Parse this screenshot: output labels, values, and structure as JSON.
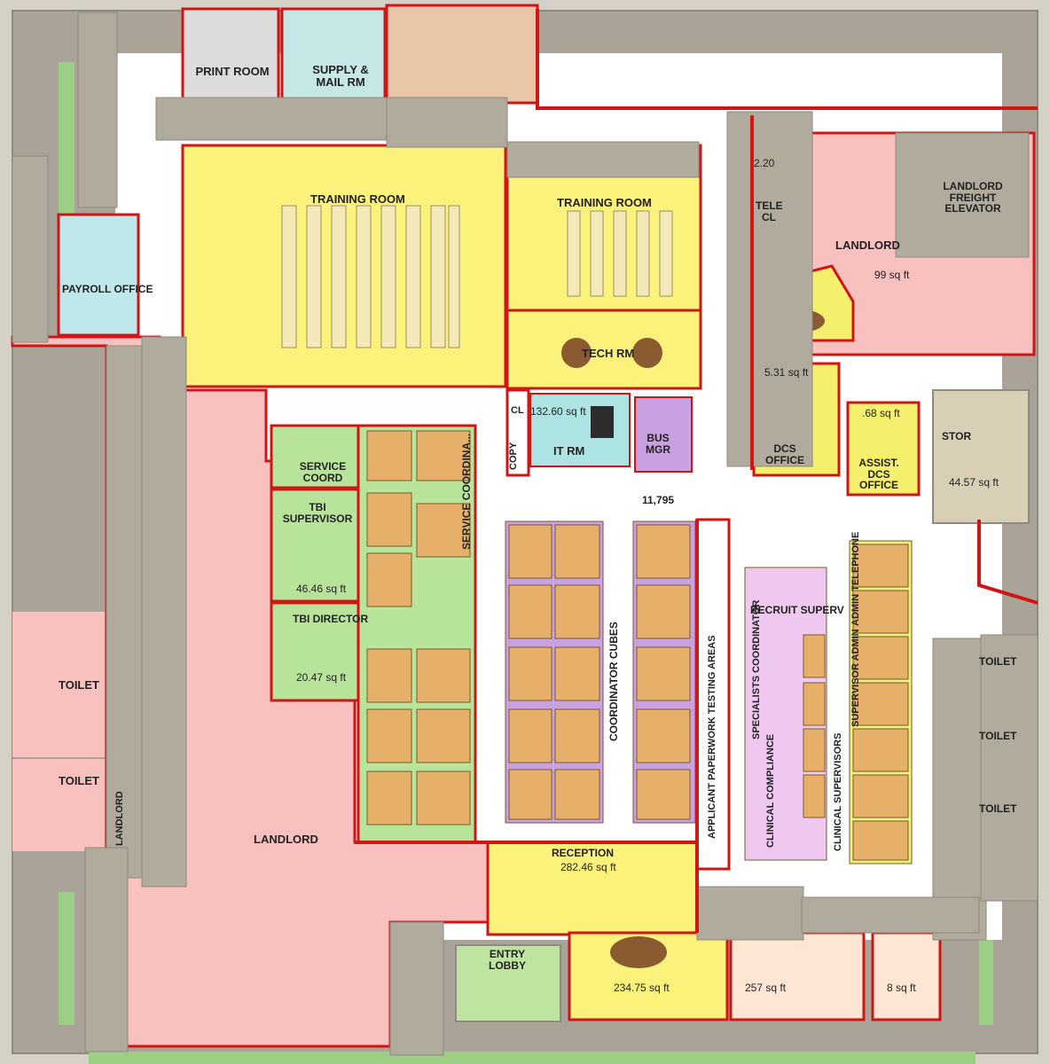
{
  "colors": {
    "landlord": "#f9c0c0",
    "training": "#faf27a",
    "coordinator": "#c9a0e0",
    "service": "#b8e39a",
    "clinical": "#eaf07a",
    "lobby": "#bfe3a0",
    "it_room": "#aee3e3",
    "payroll": "#bfe8ec",
    "dcs": "#f4ef6c",
    "wall": "#b0ab9c",
    "wall_outline": "#d11515",
    "corridor": "#ffffff",
    "desk": "#e6b06a",
    "chair": "#2c2c2c",
    "grass": "#9ccf85",
    "recruit": "#efc8ef"
  },
  "rooms": {
    "print_room": "PRINT ROOM",
    "supply_mail": "SUPPLY & MAIL RM",
    "training_room_1": "TRAINING ROOM",
    "training_room_2": "TRAINING ROOM",
    "tech_room": "TECH RM",
    "payroll_office": "PAYROLL OFFICE",
    "landlord_ne": "LANDLORD",
    "landlord_ne_area": "99 sq ft",
    "landlord_freight_elevator": "LANDLORD FREIGHT ELEVATOR",
    "toilet_top": "TOILET",
    "toilet_bottom": "TOILET",
    "landlord_main": "LANDLORD",
    "landlord_side": "LANDLORD",
    "service_coord": "SERVICE COORD",
    "tbi_supervisor": "TBI SUPERVISOR",
    "tbi_supervisor_area": "46.46 sq ft",
    "tbi_director": "TBI DIRECTOR",
    "tbi_director_area": "20.47 sq ft",
    "service_coordinator_cubes": "SERVICE COORDINA...",
    "copy": "COPY",
    "cl": "CL",
    "it_room": "IT RM",
    "it_room_area": "132.60 sq ft",
    "bus_mgr": "BUS MGR",
    "total_area": "11,795",
    "coordinator_cubes": "COORDINATOR CUBES",
    "applicant_testing": "APPLICANT PAPERWORK TESTING AREAS",
    "recruit_supervisor": "RECRUIT SUPERV",
    "specialists_coordinator": "SPECIALISTS COORDINATOR",
    "clinical_compliance": "CLINICAL COMPLIANCE",
    "clinical_supervisors": "CLINICAL SUPERVISORS",
    "admin_telephone": "ADMIN TELEPHONE",
    "supervisor_admin": "SUPERVISOR ADMIN",
    "dcs_office": "DCS OFFICE",
    "dcs_area": "5.31 sq ft",
    "asst_dcs_office": "ASSIST. DCS OFFICE",
    "asst_dcs_area": ".68 sq ft",
    "stor": "STOR",
    "stor_area": "44.57 sq ft",
    "reception": "RECEPTION",
    "reception_area": "282.46 sq ft",
    "entry_lobby": "ENTRY LOBBY",
    "conference_area": "234.75 sq ft",
    "office_area_1": "257 sq ft",
    "office_area_2": "8 sq ft",
    "closet_e": "2.20",
    "tele_cl": "TELE CL",
    "toilet_e1": "TOILET",
    "toilet_e2": "TOILET",
    "toilet_e3": "TOILET"
  }
}
